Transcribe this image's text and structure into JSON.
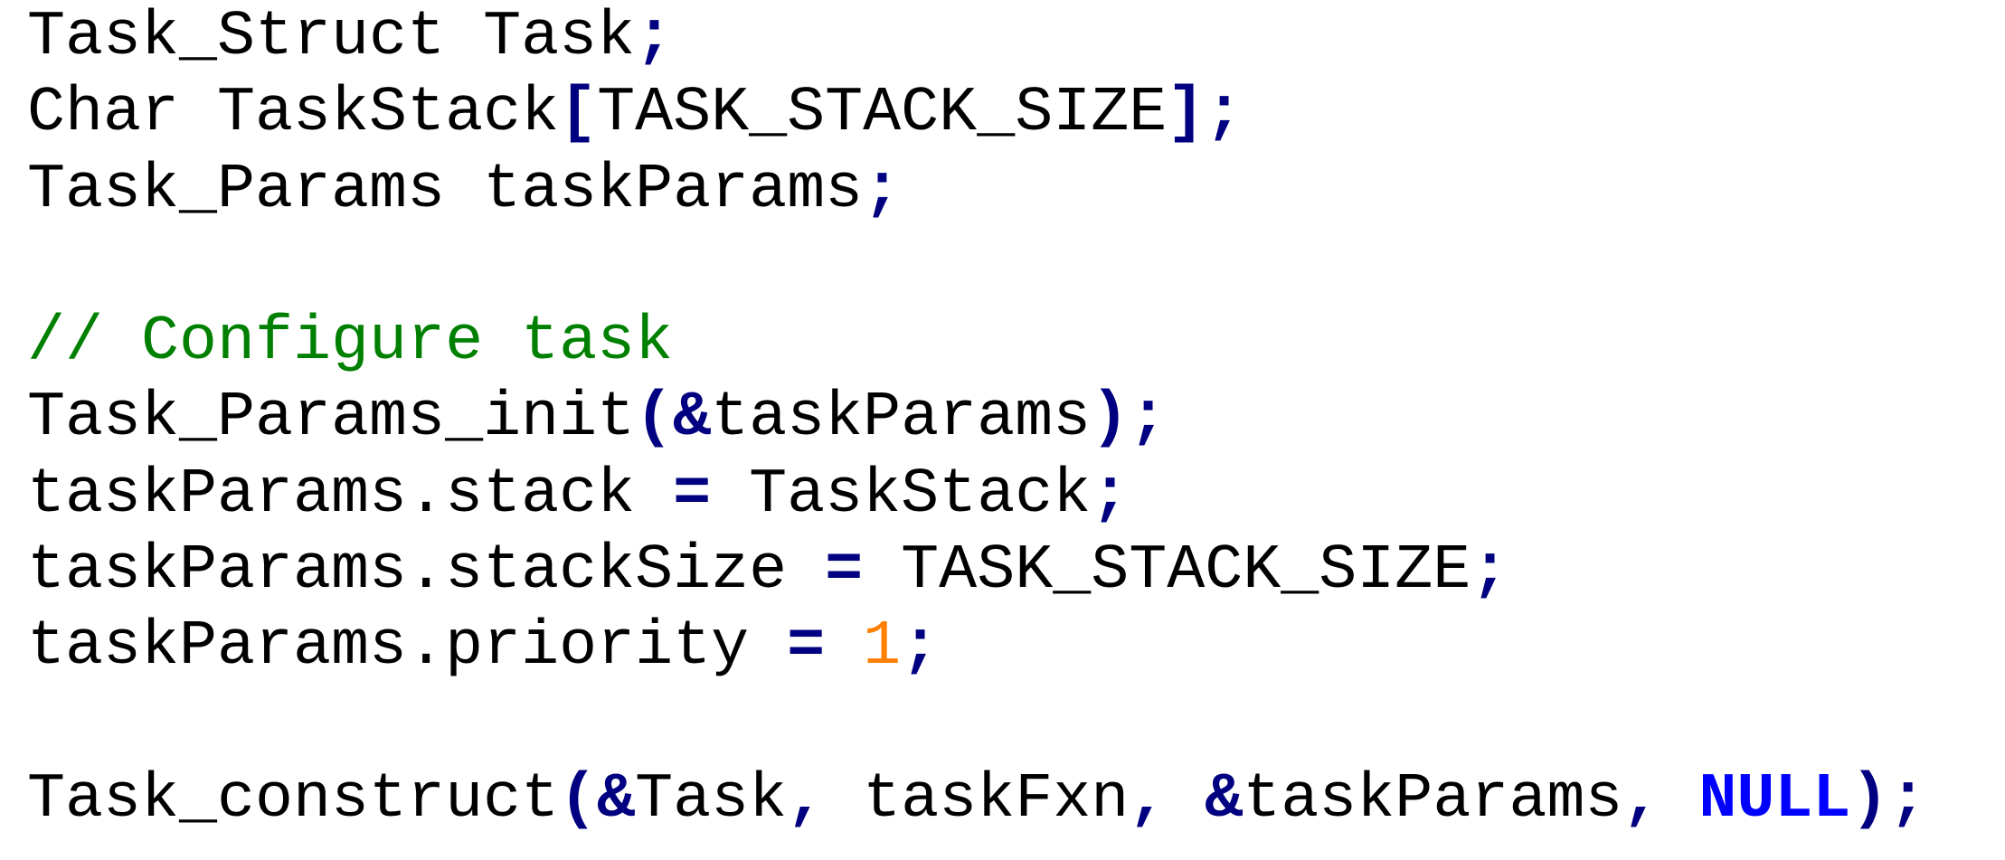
{
  "editor": {
    "lines": [
      [
        {
          "text": "Task_Struct Task",
          "kind": "plain"
        },
        {
          "text": ";",
          "kind": "punct"
        }
      ],
      [
        {
          "text": "Char TaskStack",
          "kind": "plain"
        },
        {
          "text": "[",
          "kind": "punct"
        },
        {
          "text": "TASK_STACK_SIZE",
          "kind": "plain"
        },
        {
          "text": "];",
          "kind": "punct"
        }
      ],
      [
        {
          "text": "Task_Params taskParams",
          "kind": "plain"
        },
        {
          "text": ";",
          "kind": "punct"
        }
      ],
      [],
      [
        {
          "text": "// Configure task",
          "kind": "comment"
        }
      ],
      [
        {
          "text": "Task_Params_init",
          "kind": "plain"
        },
        {
          "text": "(&",
          "kind": "punct"
        },
        {
          "text": "taskParams",
          "kind": "plain"
        },
        {
          "text": ");",
          "kind": "punct"
        }
      ],
      [
        {
          "text": "taskParams.stack ",
          "kind": "plain"
        },
        {
          "text": "=",
          "kind": "op"
        },
        {
          "text": " TaskStack",
          "kind": "plain"
        },
        {
          "text": ";",
          "kind": "punct"
        }
      ],
      [
        {
          "text": "taskParams.stackSize ",
          "kind": "plain"
        },
        {
          "text": "=",
          "kind": "op"
        },
        {
          "text": " TASK_STACK_SIZE",
          "kind": "plain"
        },
        {
          "text": ";",
          "kind": "punct"
        }
      ],
      [
        {
          "text": "taskParams.priority ",
          "kind": "plain"
        },
        {
          "text": "=",
          "kind": "op"
        },
        {
          "text": " ",
          "kind": "plain"
        },
        {
          "text": "1",
          "kind": "number"
        },
        {
          "text": ";",
          "kind": "punct"
        }
      ],
      [],
      [
        {
          "text": "Task_construct",
          "kind": "plain"
        },
        {
          "text": "(&",
          "kind": "punct"
        },
        {
          "text": "Task",
          "kind": "plain"
        },
        {
          "text": ",",
          "kind": "punct"
        },
        {
          "text": " taskFxn",
          "kind": "plain"
        },
        {
          "text": ",",
          "kind": "punct"
        },
        {
          "text": " ",
          "kind": "plain"
        },
        {
          "text": "&",
          "kind": "punct"
        },
        {
          "text": "taskParams",
          "kind": "plain"
        },
        {
          "text": ",",
          "kind": "punct"
        },
        {
          "text": " ",
          "kind": "plain"
        },
        {
          "text": "NULL",
          "kind": "keyword"
        },
        {
          "text": ");",
          "kind": "punct"
        }
      ]
    ]
  },
  "colors": {
    "plain": "#000000",
    "punct": "#000080",
    "op": "#000080",
    "comment": "#008000",
    "number": "#ff8000",
    "keyword": "#0000ff",
    "background": "#ffffff"
  }
}
